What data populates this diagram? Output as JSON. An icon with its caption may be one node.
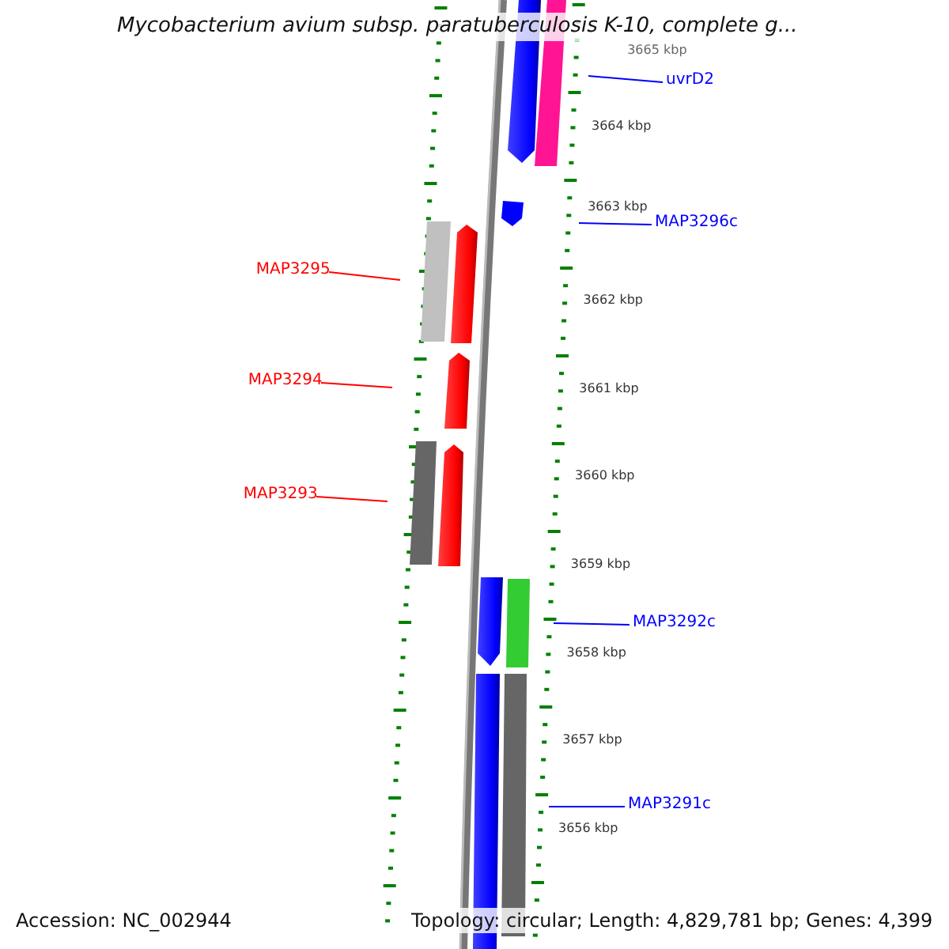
{
  "diagram": {
    "title": "Mycobacterium avium subsp. paratuberculosis K-10, complete g...",
    "nodes": [
      {
        "text": [
          "uvrD2"
        ]
      },
      {
        "text": [
          "MAP3296c"
        ]
      },
      {
        "text": [
          "MAP3295"
        ]
      },
      {
        "text": [
          "MAP3294"
        ]
      },
      {
        "text": [
          "MAP3293"
        ]
      },
      {
        "text": [
          "MAP3292c"
        ]
      },
      {
        "text": [
          "MAP3291c"
        ]
      }
    ],
    "edges": [
      {
        "from": 0,
        "to": null,
        "arrow": "none"
      },
      {
        "from": 1,
        "to": null,
        "arrow": "none"
      },
      {
        "from": 2,
        "to": null,
        "arrow": "none",
        "color": "#ff0000"
      },
      {
        "from": 3,
        "to": null,
        "arrow": "none",
        "color": "#ff0000"
      },
      {
        "from": 4,
        "to": null,
        "arrow": "none",
        "color": "#ff0000"
      },
      {
        "from": 5,
        "to": null,
        "arrow": "none"
      },
      {
        "from": 6,
        "to": null,
        "arrow": "none"
      }
    ],
    "labels": [
      "3665 kbp",
      "3664 kbp",
      "3663 kbp",
      "3662 kbp",
      "3661 kbp",
      "3660 kbp",
      "3659 kbp",
      "3658 kbp",
      "3657 kbp",
      "3656 kbp",
      "Accession: NC_002944",
      "Topology: circular; Length: 4,829,781 bp; Genes: 4,399"
    ]
  }
}
